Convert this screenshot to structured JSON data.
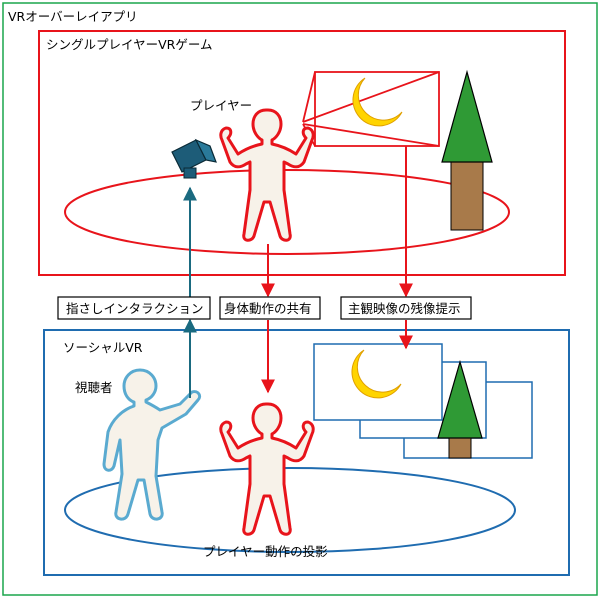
{
  "outer_frame": {
    "title": "VRオーバーレイアプリ"
  },
  "game_panel": {
    "title": "シングルプレイヤーVRゲーム",
    "player_label": "プレイヤー"
  },
  "social_panel": {
    "title": "ソーシャルVR",
    "viewer_label": "視聴者",
    "projection_label": "プレイヤー動作の投影"
  },
  "flow_labels": {
    "pointing": "指さしインタラクション",
    "body_sharing": "身体動作の共有",
    "view_sharing": "主観映像の残像提示"
  },
  "colors": {
    "frame_green": "#1aa64b",
    "game_red": "#e8141b",
    "social_blue": "#1f6cb0",
    "arrow_teal": "#1a6a80",
    "figure_fill": "#f7f2e9",
    "viewer_blue": "#5aaad0",
    "moon_yellow": "#ffd400",
    "tree_green": "#2f9a35",
    "trunk_brown": "#a87a4a",
    "camera_teal": "#1d5c78"
  }
}
